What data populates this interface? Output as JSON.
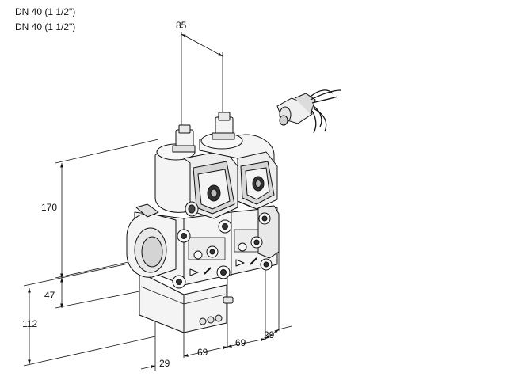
{
  "header": {
    "line1": "DN 40 (1 1/2\")",
    "line2": "DN 40 (1 1/2\")"
  },
  "dimensions": {
    "top_width": "85",
    "height_main": "170",
    "height_lower": "47",
    "height_total": "112",
    "bottom_left": "29",
    "bottom_mid1": "69",
    "bottom_mid2": "69",
    "bottom_right": "29"
  },
  "colors": {
    "line": "#111111",
    "body_fill": "#f4f4f4",
    "shade": "#d9d9d9",
    "dark": "#8a8a8a"
  }
}
